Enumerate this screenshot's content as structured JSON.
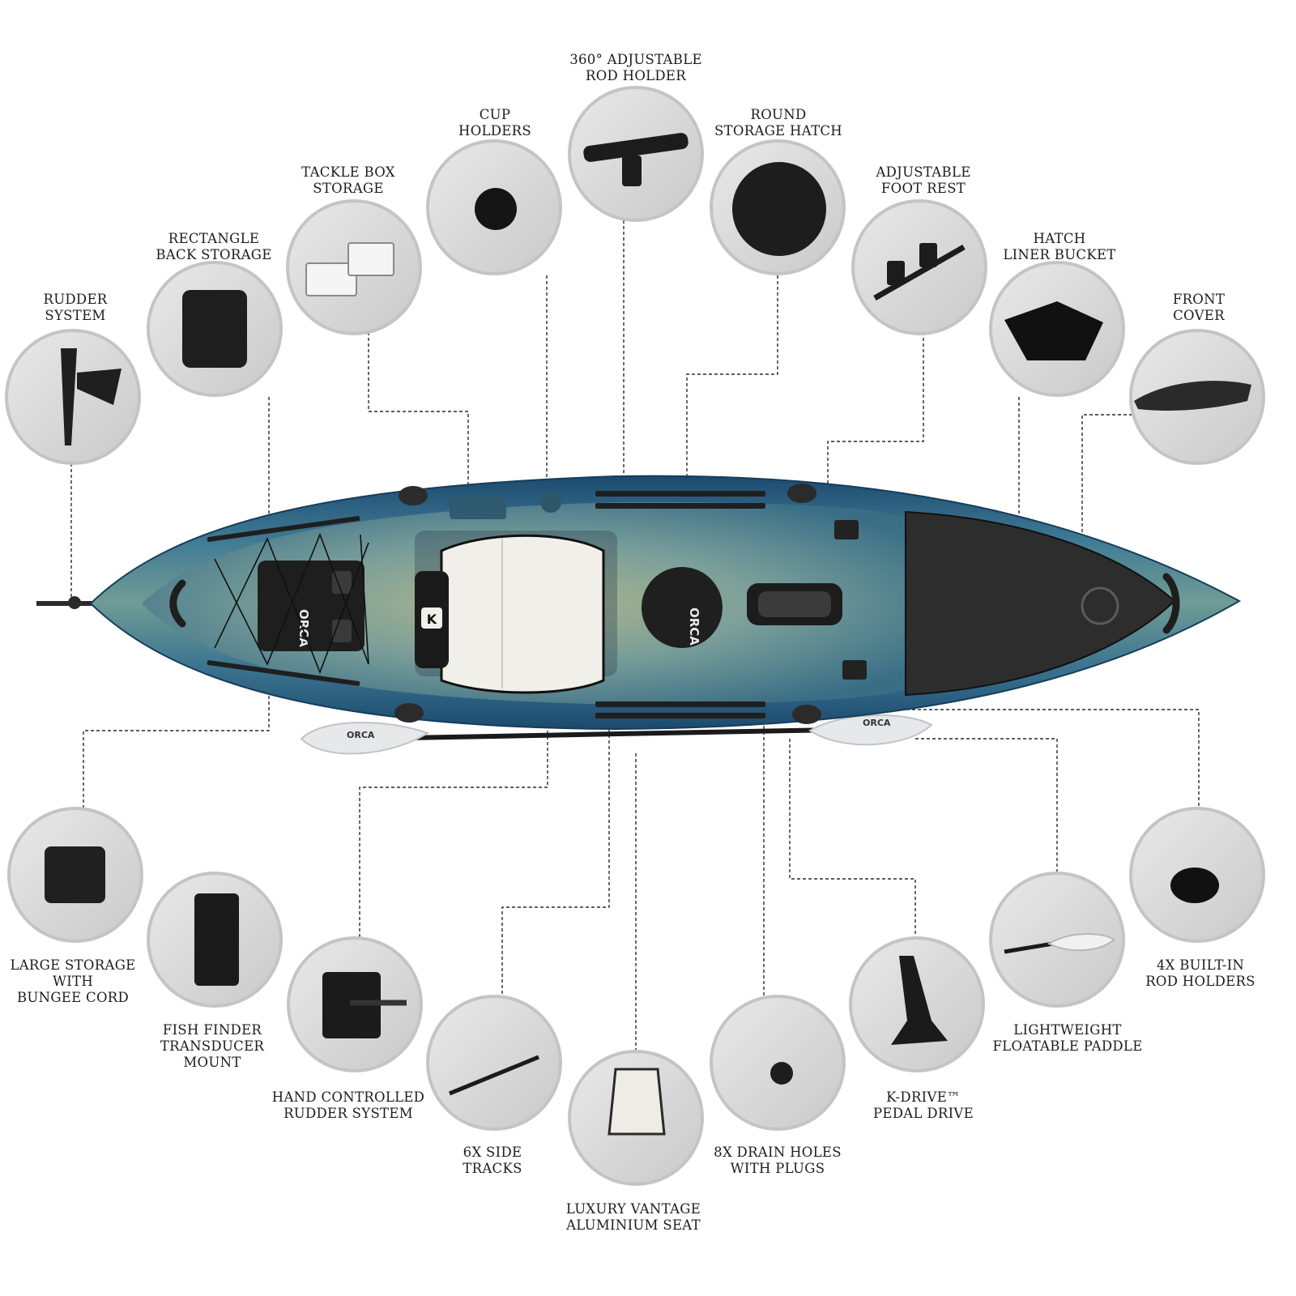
{
  "diagram": {
    "kayak_brand_marks": [
      "ORCA",
      "ORCA",
      "ORCA",
      "ORCA",
      "K"
    ],
    "features": [
      {
        "id": "rudder-system",
        "lines": [
          "RUDDER",
          "SYSTEM"
        ],
        "thumb_icon": "rudder-icon"
      },
      {
        "id": "rectangle-back-storage",
        "lines": [
          "RECTANGLE",
          "BACK STORAGE"
        ],
        "thumb_icon": "rectangle-hatch-icon"
      },
      {
        "id": "tackle-box-storage",
        "lines": [
          "TACKLE BOX",
          "STORAGE"
        ],
        "thumb_icon": "tackle-box-icon"
      },
      {
        "id": "cup-holders",
        "lines": [
          "CUP",
          "HOLDERS"
        ],
        "thumb_icon": "cup-holder-icon"
      },
      {
        "id": "rod-holder-360",
        "lines": [
          "360° ADJUSTABLE",
          "ROD HOLDER"
        ],
        "thumb_icon": "rod-holder-icon"
      },
      {
        "id": "round-storage-hatch",
        "lines": [
          "ROUND",
          "STORAGE HATCH"
        ],
        "thumb_icon": "round-hatch-icon"
      },
      {
        "id": "adjustable-foot-rest",
        "lines": [
          "ADJUSTABLE",
          "FOOT REST"
        ],
        "thumb_icon": "foot-rest-icon"
      },
      {
        "id": "hatch-liner-bucket",
        "lines": [
          "HATCH",
          "LINER BUCKET"
        ],
        "thumb_icon": "bucket-icon"
      },
      {
        "id": "front-cover",
        "lines": [
          "FRONT",
          "COVER"
        ],
        "thumb_icon": "front-cover-icon"
      },
      {
        "id": "large-storage-bungee",
        "lines": [
          "LARGE STORAGE",
          "WITH",
          "BUNGEE CORD"
        ],
        "thumb_icon": "bungee-storage-icon"
      },
      {
        "id": "fish-finder-mount",
        "lines": [
          "FISH FINDER",
          "TRANSDUCER",
          "MOUNT"
        ],
        "thumb_icon": "transducer-mount-icon"
      },
      {
        "id": "hand-rudder-system",
        "lines": [
          "HAND CONTROLLED",
          "RUDDER SYSTEM"
        ],
        "thumb_icon": "rudder-handle-icon"
      },
      {
        "id": "side-tracks",
        "lines": [
          "6X SIDE",
          "TRACKS"
        ],
        "thumb_icon": "side-track-icon"
      },
      {
        "id": "vantage-seat",
        "lines": [
          "LUXURY VANTAGE",
          "ALUMINIUM SEAT"
        ],
        "thumb_icon": "seat-icon"
      },
      {
        "id": "drain-holes",
        "lines": [
          "8X DRAIN HOLES",
          "WITH PLUGS"
        ],
        "thumb_icon": "drain-plug-icon"
      },
      {
        "id": "k-drive",
        "lines": [
          "K-DRIVE™",
          "PEDAL DRIVE"
        ],
        "thumb_icon": "pedal-drive-icon"
      },
      {
        "id": "paddle",
        "lines": [
          "LIGHTWEIGHT",
          "FLOATABLE PADDLE"
        ],
        "thumb_icon": "paddle-icon"
      },
      {
        "id": "built-in-rod-holders",
        "lines": [
          "4X BUILT-IN",
          "ROD HOLDERS"
        ],
        "thumb_icon": "flush-rod-holder-icon"
      }
    ]
  }
}
